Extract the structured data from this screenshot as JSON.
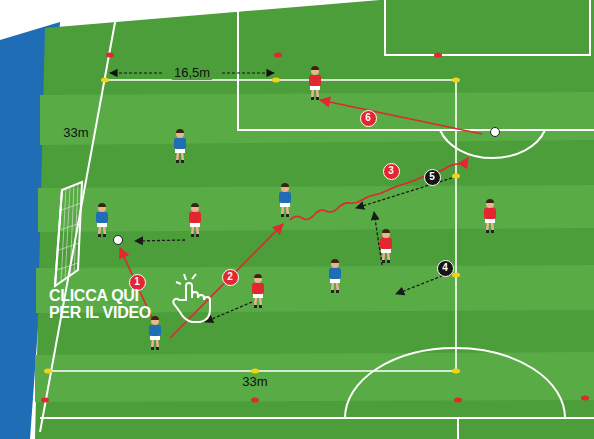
{
  "diagram": {
    "nodes": [
      {
        "text": [
          "1"
        ]
      },
      {
        "text": [
          "2"
        ]
      },
      {
        "text": [
          "3"
        ]
      },
      {
        "text": [
          "4"
        ]
      },
      {
        "text": [
          "5"
        ]
      },
      {
        "text": [
          "6"
        ]
      }
    ],
    "labels": [
      "16,5m",
      "33m",
      "CLICCA QUI PER IL VIDEO",
      "33m"
    ]
  }
}
